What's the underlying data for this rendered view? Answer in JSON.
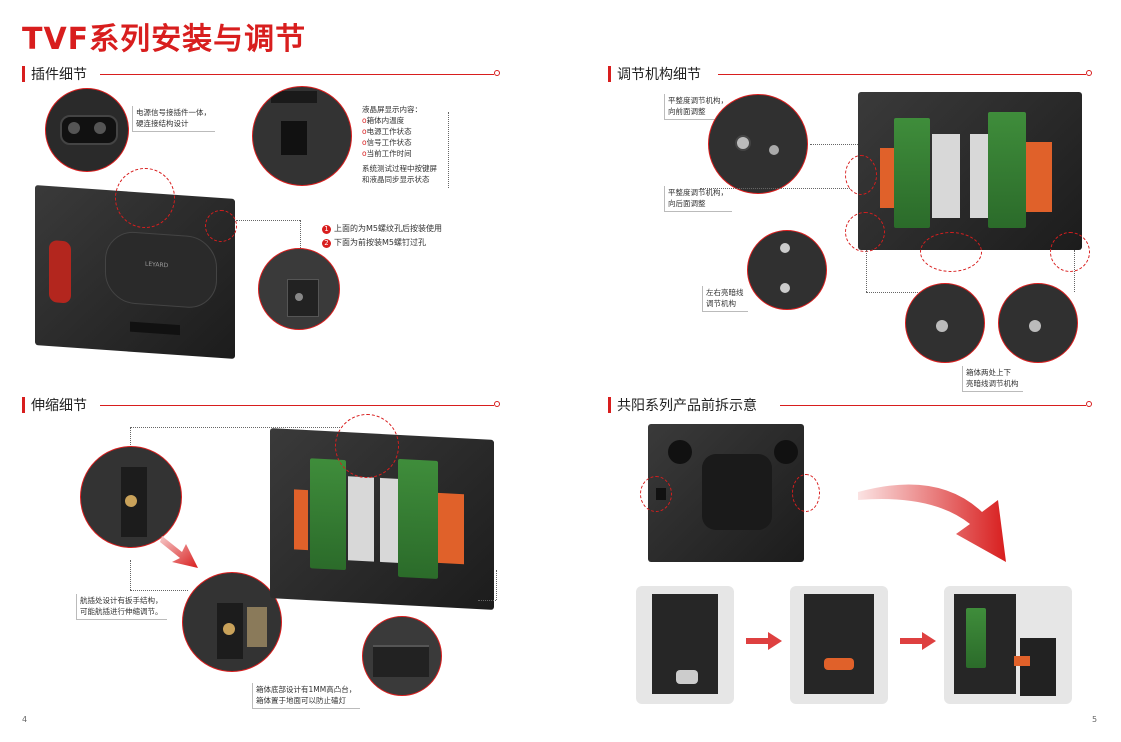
{
  "title": "TVF系列安装与调节",
  "sections": {
    "plugin": "插件细节",
    "adjust": "调节机构细节",
    "telescopic": "伸缩细节",
    "common_anode": "共阳系列产品前拆示意"
  },
  "plugin_notes": {
    "power": [
      "电源信号接插件一体，",
      "硬连接结构设计"
    ],
    "lcd_title": "液晶屏显示内容：",
    "lcd_items": [
      "箱体内温度",
      "电源工作状态",
      "信号工作状态",
      "当前工作时间"
    ],
    "lcd_footer": [
      "系统测试过程中按键屏",
      "和液晶同步显示状态"
    ],
    "m5_1": "上面的为M5螺纹孔后按装使用",
    "m5_2": "下面为前按装M5螺钉过孔",
    "num_1": "1",
    "num_2": "2",
    "logo": "LEYARD"
  },
  "adjust_notes": {
    "front": [
      "平整度调节机构，",
      "向前面调整"
    ],
    "back": [
      "平整度调节机构，",
      "向后面调整"
    ],
    "lr": [
      "左右亮暗线",
      "调节机构"
    ],
    "ud": [
      "箱体两处上下",
      "亮暗线调节机构"
    ]
  },
  "tele_notes": {
    "handle": [
      "航插处设计有扳手结构，",
      "可能航插进行伸缩调节。"
    ],
    "bottom": [
      "箱体底部设计有1MM高凸台，",
      "箱体置于地面可以防止磕灯"
    ]
  },
  "page_left": "4",
  "page_right": "5",
  "colors": {
    "accent": "#d81e1e",
    "pcb": "#3f8d3b",
    "orange": "#e0612a"
  }
}
